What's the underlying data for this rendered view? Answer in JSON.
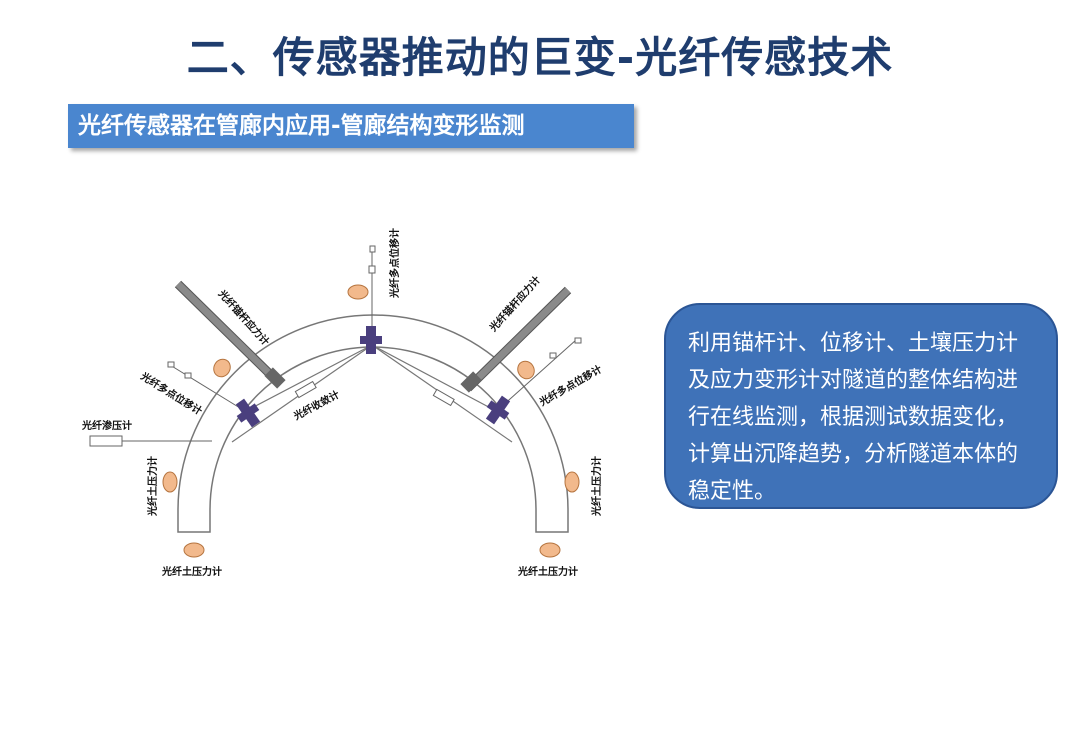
{
  "header": {
    "title": "二、传感器推动的巨变-光纤传感技术",
    "subtitle": "光纤传感器在管廊内应用-管廊结构变形监测"
  },
  "diagram": {
    "labels": {
      "anchor_left": "光纤锚杆应力计",
      "anchor_right": "光纤锚杆应力计",
      "displacement_top": "光纤多点位移计",
      "displacement_left": "光纤多点位移计",
      "displacement_right": "光纤多点位移计",
      "convergence": "光纤收敛计",
      "seepage": "光纤渗压计",
      "pressure_left_side": "光纤土压力计",
      "pressure_right_side": "光纤土压力计",
      "pressure_left_bottom": "光纤土压力计",
      "pressure_right_bottom": "光纤土压力计"
    },
    "colors": {
      "sensor_cross": "#4a3f7e",
      "pressure_cell": "#f2b98c",
      "anchor_rod": "#8a8a8a",
      "lining": "#777777"
    }
  },
  "note": {
    "text": "利用锚杆计、位移计、土壤压力计及应力变形计对隧道的整体结构进行在线监测，根据测试数据变化，计算出沉降趋势，分析隧道本体的稳定性。",
    "background": "#3f72b8"
  }
}
